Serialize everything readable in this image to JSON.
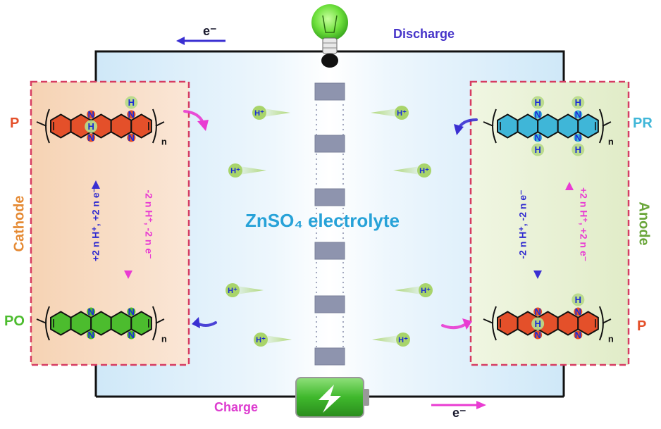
{
  "diagram": {
    "electrolyte_label": "ZnSO₄ electrolyte",
    "discharge": {
      "label": "Discharge",
      "electron": "e⁻"
    },
    "charge": {
      "label": "Charge",
      "electron": "e⁻"
    },
    "cathode": {
      "label": "Cathode",
      "top_polymer_label": "P",
      "bottom_polymer_label": "PO",
      "up_reaction": "+2 n H⁺, +2 n e⁻",
      "down_reaction": "-2 n H⁺, -2 n e⁻"
    },
    "anode": {
      "label": "Anode",
      "top_polymer_label": "PR",
      "bottom_polymer_label": "P",
      "down_reaction": "-2 n H⁺, -2 n e⁻",
      "up_reaction": "+2 n H⁺, +2 n e⁻"
    },
    "proton": "H⁺",
    "nitrogen": "N",
    "hydrogen": "H",
    "repeat_subscript": "n",
    "colors": {
      "cathode_bg": "#f7d9bd",
      "anode_bg": "#e6efcf",
      "frame_dash": "#d63c62",
      "electrolyte": "#cde8f7",
      "p_ring": "#e4502a",
      "pr_ring": "#3fb6d8",
      "po_ring": "#4cbc2e",
      "nitrogen": "#1a2bd6",
      "arrow_blue": "#3a2fd2",
      "arrow_magenta": "#e93bd2",
      "cathode_text": "#e58a34",
      "anode_text": "#6aa63a",
      "proton": "#a8d46a",
      "electrolyte_text": "#27a2d8",
      "discharge_text": "#4634c9",
      "charge_text": "#dd3bcf"
    },
    "icons": [
      "lightbulb-icon",
      "battery-icon",
      "lightning-icon"
    ]
  }
}
